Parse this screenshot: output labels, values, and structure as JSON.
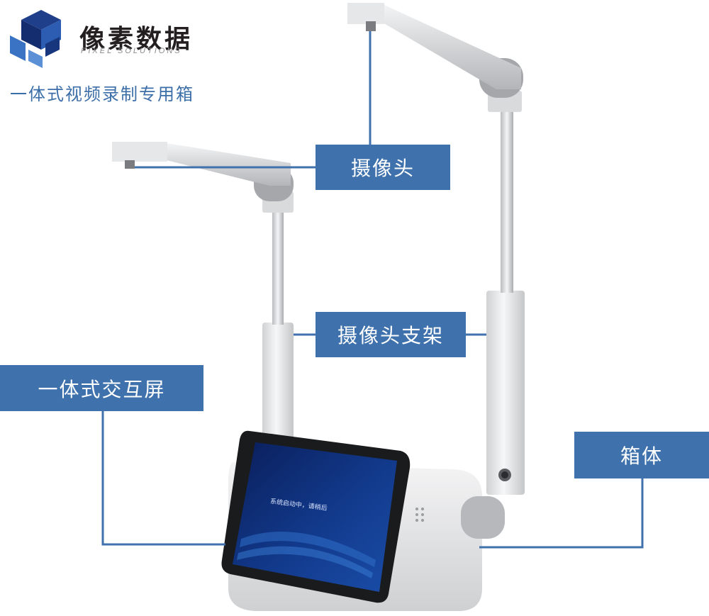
{
  "brand": {
    "name": "像素数据",
    "tagline": "PIXEL SOLUTIONS"
  },
  "product_title": "一体式视频录制专用箱",
  "callouts": {
    "camera": "摄像头",
    "camera_stand": "摄像头支架",
    "screen": "一体式交互屏",
    "box": "箱体"
  },
  "screen_text": "系统启动中，请稍后",
  "colors": {
    "accent": "#3f72ad",
    "title": "#3c6ea8"
  }
}
